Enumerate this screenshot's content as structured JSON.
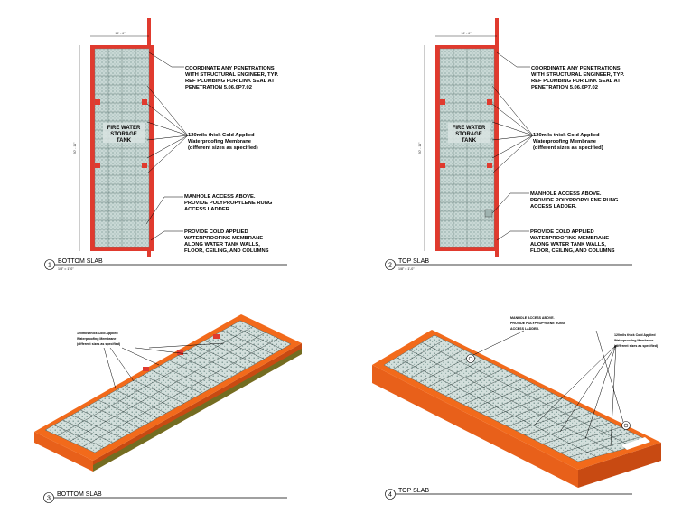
{
  "panel1": {
    "num": "1",
    "title": "BOTTOM SLAB",
    "scale": "1/8\" = 1'-0\"",
    "dim_top": "16' - 6\"",
    "dim_side": "80' - 11\"",
    "tank_label": [
      "FIRE WATER",
      "STORAGE",
      "TANK"
    ],
    "note_penetration": [
      "COORDINATE ANY PENETRATIONS",
      "WITH STRUCTURAL ENGINEER, TYP.",
      "REF PLUMBING FOR LINK SEAL AT",
      "PENETRATION 5.06.0P7.02"
    ],
    "note_membrane": [
      "120mils thick Cold Applied",
      "Waterproofing Membrane",
      "(different sizes as specified)"
    ],
    "note_manhole": [
      "MANHOLE ACCESS ABOVE.",
      "PROVIDE POLYPROPYLENE RUNG",
      "ACCESS LADDER."
    ],
    "note_cold": [
      "PROVIDE COLD APPLIED",
      "WATERPROOFING MEMBRANE",
      "ALONG WATER TANK WALLS,",
      "FLOOR, CEILING, AND COLUMNS"
    ]
  },
  "panel2": {
    "num": "2",
    "title": "TOP SLAB",
    "scale": "1/8\" = 1'-0\"",
    "dim_top": "16' - 6\"",
    "dim_side": "80' - 11\"",
    "tank_label": [
      "FIRE WATER",
      "STORAGE",
      "TANK"
    ],
    "note_penetration": [
      "COORDINATE ANY PENETRATIONS",
      "WITH STRUCTURAL ENGINEER, TYP.",
      "REF PLUMBING FOR LINK SEAL AT",
      "PENETRATION 5.06.0P7.02"
    ],
    "note_membrane": [
      "120mils thick Cold Applied",
      "Waterproofing Membrane",
      "(different sizes as specified)"
    ],
    "note_manhole": [
      "MANHOLE ACCESS ABOVE.",
      "PROVIDE POLYPROPYLENE RUNG",
      "ACCESS LADDER."
    ],
    "note_cold": [
      "PROVIDE COLD APPLIED",
      "WATERPROOFING MEMBRANE",
      "ALONG WATER TANK WALLS,",
      "FLOOR, CEILING, AND COLUMNS"
    ]
  },
  "panel3": {
    "num": "3",
    "title": "BOTTOM SLAB",
    "note_membrane": [
      "120mils thick Cold Applied",
      "Waterproofing Membrane",
      "(different sizes as specified)"
    ]
  },
  "panel4": {
    "num": "4",
    "title": "TOP SLAB",
    "note_manhole": [
      "MANHOLE ACCESS ABOVE.",
      "PROVIDE POLYPROPYLENE RUNG",
      "ACCESS LADDER."
    ],
    "note_membrane": [
      "120mils thick Cold Applied",
      "Waterproofing Membrane",
      "(different sizes as specified)"
    ]
  },
  "colors": {
    "slab": "#e03a2e",
    "iso_orange": "#f26a1b",
    "membrane": "#b9ccc8",
    "green": "#2e8b2e"
  }
}
